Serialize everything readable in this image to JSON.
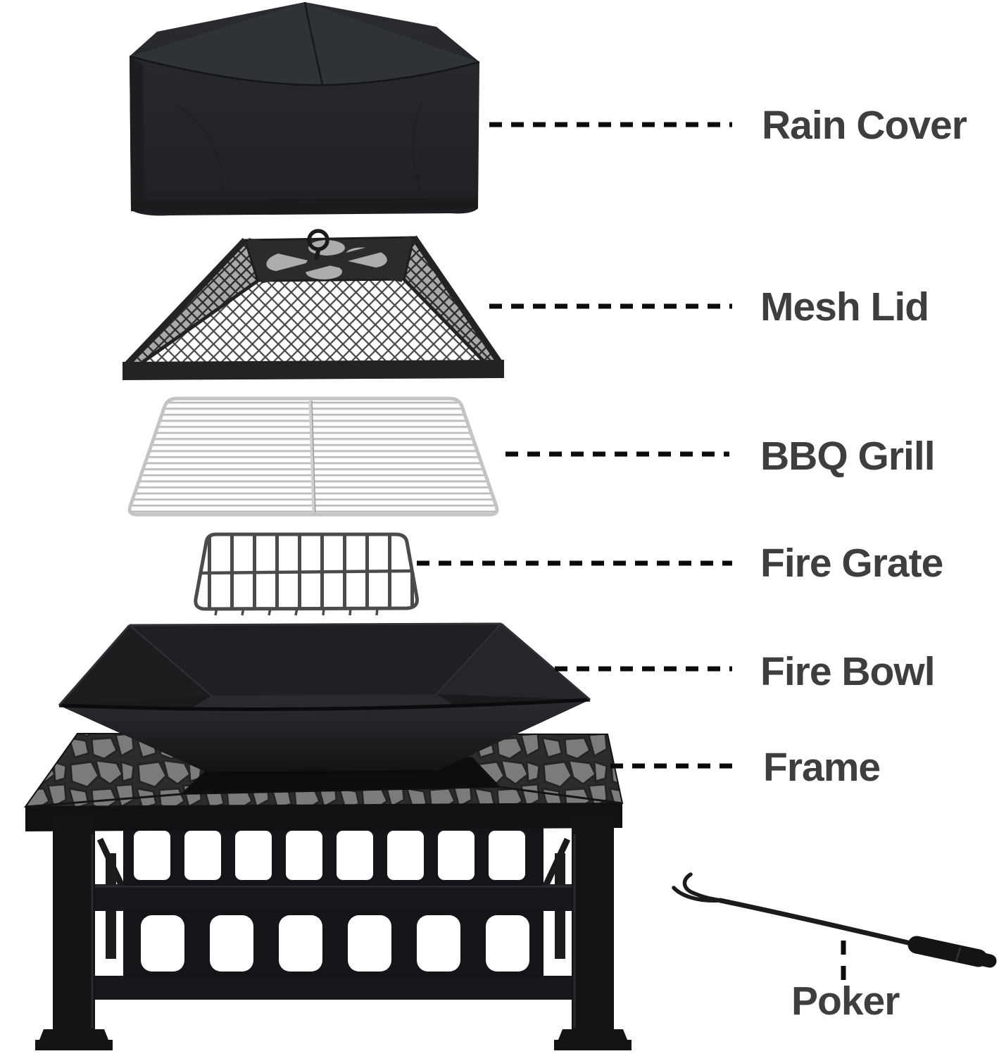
{
  "labels": {
    "rain_cover": "Rain Cover",
    "mesh_lid": "Mesh Lid",
    "bbq_grill": "BBQ Grill",
    "fire_grate": "Fire Grate",
    "fire_bowl": "Fire Bowl",
    "frame": "Frame",
    "poker": "Poker"
  },
  "colors": {
    "background": "#ffffff",
    "label_text": "#3e3e3e",
    "leader_line": "#0b0b0b",
    "cover_fabric": "#232528",
    "metal_black": "#141518",
    "stone_gray": "#7b7b7b",
    "chrome": "#c4c4c4",
    "grate_gray": "#4b4b4b"
  }
}
